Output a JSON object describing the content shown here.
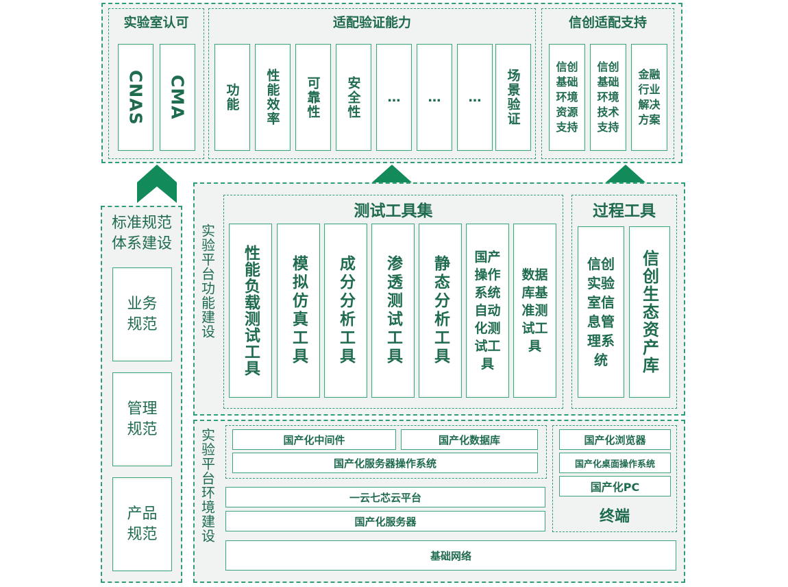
{
  "colors": {
    "accent": "#2e9e72",
    "text": "#1f6b4e",
    "panel": "#f1f3f2"
  },
  "top": {
    "lab": {
      "title": "实验室认可",
      "items": [
        "CNAS",
        "CMA"
      ]
    },
    "capability": {
      "title": "适配验证能力",
      "items": [
        "功能",
        "性能效率",
        "可靠性",
        "安全性",
        "…",
        "…",
        "…",
        "场景验证"
      ]
    },
    "xinchuang": {
      "title": "信创适配支持",
      "items": [
        "信创基础环境资源支持",
        "信创基础环境技术支持",
        "金融行业解决方案"
      ]
    }
  },
  "left": {
    "title": "标准规范体系建设",
    "items": [
      "业务规范",
      "管理规范",
      "产品规范"
    ]
  },
  "function": {
    "side_label": "实验平台功能建设",
    "test_tools": {
      "title": "测试工具集",
      "items": [
        "性能负载测试工具",
        "模拟仿真工具",
        "成分分析工具",
        "渗透测试工具",
        "静态分析工具",
        "国产操作系统自动化测试工具",
        "数据库基准测试工具"
      ]
    },
    "process_tools": {
      "title": "过程工具",
      "items": [
        "信创实验室信息管理系统",
        "信创生态资产库"
      ]
    }
  },
  "environment": {
    "side_label": "实验平台环境建设",
    "middleware": "国产化中间件",
    "database": "国产化数据库",
    "server_os": "国产化服务器操作系统",
    "cloud": "一云七芯云平台",
    "server": "国产化服务器",
    "network": "基础网络",
    "terminal": {
      "items": [
        "国产化浏览器",
        "国产化桌面操作系统",
        "国产化PC"
      ],
      "label": "终端"
    }
  }
}
